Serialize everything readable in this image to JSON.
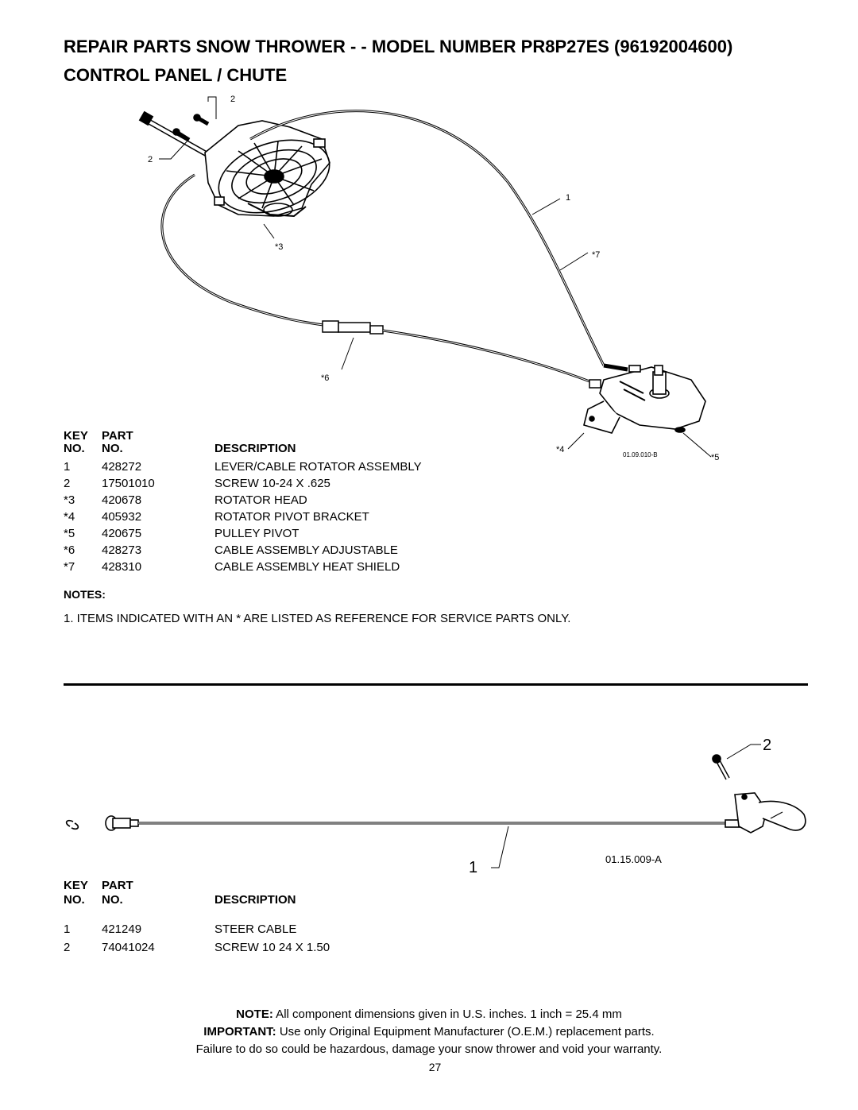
{
  "header": {
    "line1": "REPAIR PARTS  SNOW THROWER - - MODEL NUMBER  PR8P27ES (96192004600)",
    "line2": "CONTROL PANEL / CHUTE"
  },
  "diagram1": {
    "callouts": [
      "2",
      "2",
      "1",
      "*3",
      "*7",
      "*6",
      "*4",
      "*5"
    ],
    "drawing_number": "01.09.010-B"
  },
  "table1": {
    "headers": {
      "key_top": "KEY",
      "key_bottom": "NO.",
      "part_top": "PART",
      "part_bottom": "NO.",
      "description": "DESCRIPTION"
    },
    "rows": [
      {
        "key": "1",
        "part": "428272",
        "description": "LEVER/CABLE ROTATOR ASSEMBLY"
      },
      {
        "key": "2",
        "part": "17501010",
        "description": "SCREW 10-24 X .625"
      },
      {
        "key": "*3",
        "part": "420678",
        "description": "ROTATOR HEAD"
      },
      {
        "key": "*4",
        "part": "405932",
        "description": "ROTATOR PIVOT BRACKET"
      },
      {
        "key": "*5",
        "part": "420675",
        "description": "PULLEY PIVOT"
      },
      {
        "key": "*6",
        "part": "428273",
        "description": "CABLE ASSEMBLY ADJUSTABLE"
      },
      {
        "key": "*7",
        "part": "428310",
        "description": "CABLE ASSEMBLY HEAT SHIELD"
      }
    ]
  },
  "notes": {
    "heading": "NOTES:",
    "items": [
      "1. ITEMS INDICATED WITH AN * ARE LISTED AS REFERENCE FOR SERVICE PARTS ONLY."
    ]
  },
  "diagram2": {
    "callouts": [
      "2",
      "1"
    ],
    "drawing_number": "01.15.009-A"
  },
  "table2": {
    "headers": {
      "key_top": "KEY",
      "key_bottom": "NO.",
      "part_top": "PART",
      "part_bottom": "NO.",
      "description": "DESCRIPTION"
    },
    "rows": [
      {
        "key": "1",
        "part": "421249",
        "description": "STEER CABLE"
      },
      {
        "key": "2",
        "part": "74041024",
        "description": "SCREW 10  24 X 1.50"
      }
    ]
  },
  "footer": {
    "note_label": "NOTE:",
    "note_text": " All component dimensions given in U.S. inches.    1 inch = 25.4 mm",
    "important_label": "IMPORTANT:",
    "important_text": " Use only Original Equipment Manufacturer (O.E.M.) replacement parts.",
    "warning": "Failure to do so could be hazardous, damage your snow thrower and void your warranty.",
    "page_number": "27"
  }
}
